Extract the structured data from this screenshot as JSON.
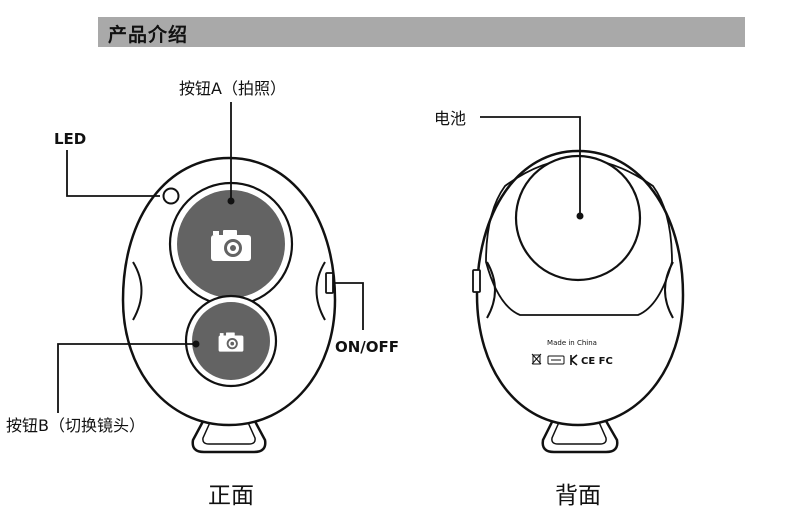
{
  "section_title": "产品介绍",
  "front": {
    "caption": "正面",
    "labels": {
      "button_a": "按钮A（拍照）",
      "led": "LED",
      "on_off": "ON/OFF",
      "button_b": "按钮B（切换镜头）"
    }
  },
  "back": {
    "caption": "背面",
    "labels": {
      "battery": "电池",
      "made_in": "Made in China",
      "cert_marks": "CE FC"
    }
  },
  "colors": {
    "title_bar": "#a9a9a9",
    "button_fill": "#636363",
    "outline": "#111111"
  },
  "icons": [
    "camera-icon",
    "weee-bin-icon",
    "recycle-icon"
  ]
}
